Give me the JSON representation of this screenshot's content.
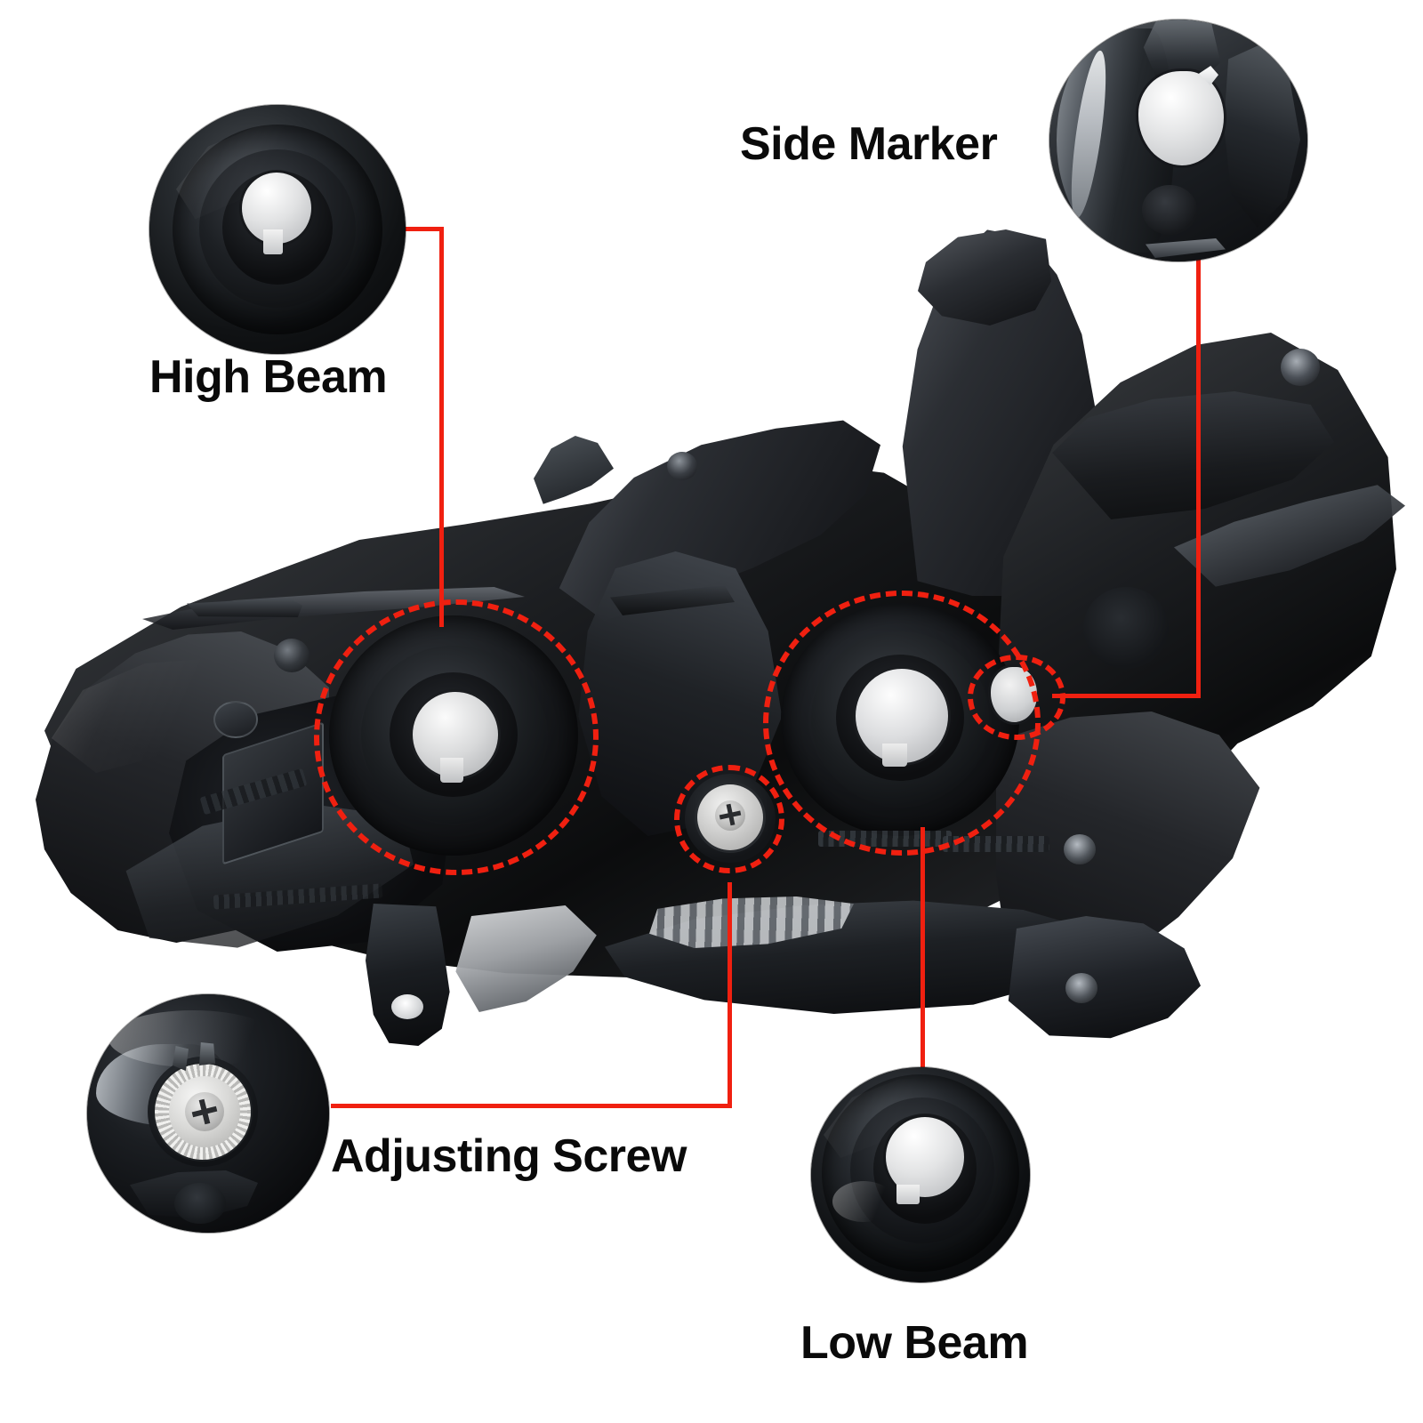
{
  "figure": {
    "type": "product-callout-diagram",
    "subject": "Automotive headlight assembly (rear / bulb-access view)",
    "background_color": "#ffffff",
    "accent_color": "#f02010",
    "text_color": "#0a0a0a"
  },
  "callouts": [
    {
      "id": "high-beam",
      "label": "High Beam",
      "inset_shape": "circle",
      "inset_content": "bulb-socket-icon",
      "marker_shape": "dashed-circle",
      "leader_color": "#f02010"
    },
    {
      "id": "side-marker",
      "label": "Side Marker",
      "inset_shape": "circle",
      "inset_content": "side-marker-socket-icon",
      "marker_shape": "dashed-circle",
      "leader_color": "#f02010"
    },
    {
      "id": "adjusting-screw",
      "label": "Adjusting Screw",
      "inset_shape": "circle",
      "inset_content": "adjuster-screw-icon",
      "marker_shape": "dashed-circle",
      "leader_color": "#f02010"
    },
    {
      "id": "low-beam",
      "label": "Low Beam",
      "inset_shape": "circle",
      "inset_content": "bulb-socket-icon",
      "marker_shape": "dashed-circle",
      "leader_color": "#f02010"
    }
  ]
}
